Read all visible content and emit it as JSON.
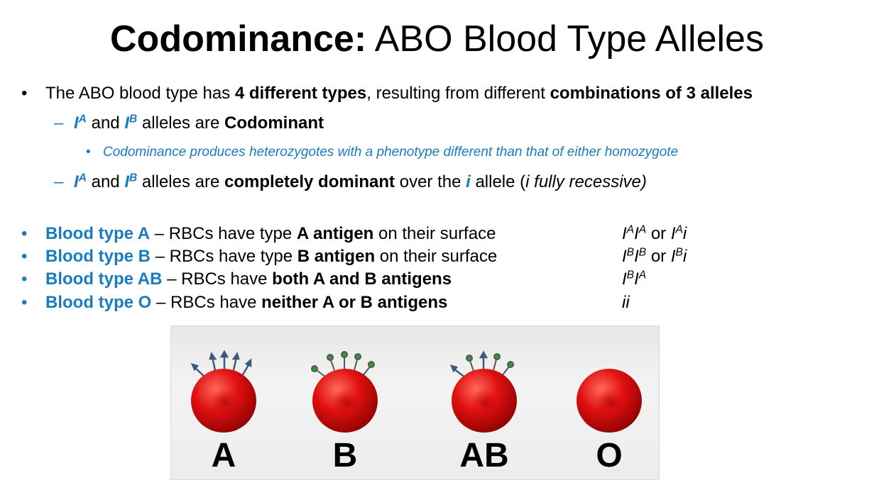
{
  "title": {
    "bold": "Codominance:",
    "rest": " ABO Blood Type Alleles"
  },
  "intro": {
    "bullet": "•",
    "text1": "The ABO blood type has ",
    "bold1": "4 different types",
    "text2": ", resulting from different ",
    "bold2": "combinations of 3 alleles"
  },
  "sub1": {
    "dash": "–",
    "allele_i": "I",
    "sup_a": "A",
    "and": " and ",
    "sup_b": "B",
    "text": " alleles are ",
    "bold": "Codominant"
  },
  "sub1_note": {
    "bullet": "•",
    "text": "Codominance produces heterozygotes with a phenotype different than that of either homozygote"
  },
  "sub2": {
    "dash": "–",
    "allele_i": "I",
    "sup_a": "A",
    "and": " and ",
    "sup_b": "B",
    "text1": " alleles are ",
    "bold": "completely dominant",
    "text2": " over the ",
    "recessive": "i",
    "text3": " allele (",
    "italic": "i fully recessive)"
  },
  "blood_types": [
    {
      "label": "Blood type A",
      "dash": " – RBCs have type ",
      "bold": "A antigen",
      "rest": " on their surface"
    },
    {
      "label": "Blood type B",
      "dash": " – RBCs have type ",
      "bold": "B antigen",
      "rest": " on their surface"
    },
    {
      "label": "Blood type AB",
      "dash": " – RBCs have ",
      "bold": "both A and B antigens",
      "rest": ""
    },
    {
      "label": "Blood type O",
      "dash": " – RBCs have ",
      "bold": "neither A or B antigens",
      "rest": ""
    }
  ],
  "genotypes": {
    "a": {
      "i": "I",
      "s1": "A",
      "s2": "A",
      "or": " or ",
      "s3": "A",
      "tail": "i"
    },
    "b": {
      "i": "I",
      "s1": "B",
      "s2": "B",
      "or": " or ",
      "s3": "B",
      "tail": "i"
    },
    "ab": {
      "i": "I",
      "s1": "B",
      "s2": "A"
    },
    "o": {
      "text": "ii"
    }
  },
  "cell_labels": [
    "A",
    "B",
    "AB",
    "O"
  ],
  "colors": {
    "accent_blue": "#1a7bbf",
    "cell_red": "#e01010",
    "antigen_a": "#3c5a7a",
    "antigen_b": "#2f9a3a"
  }
}
